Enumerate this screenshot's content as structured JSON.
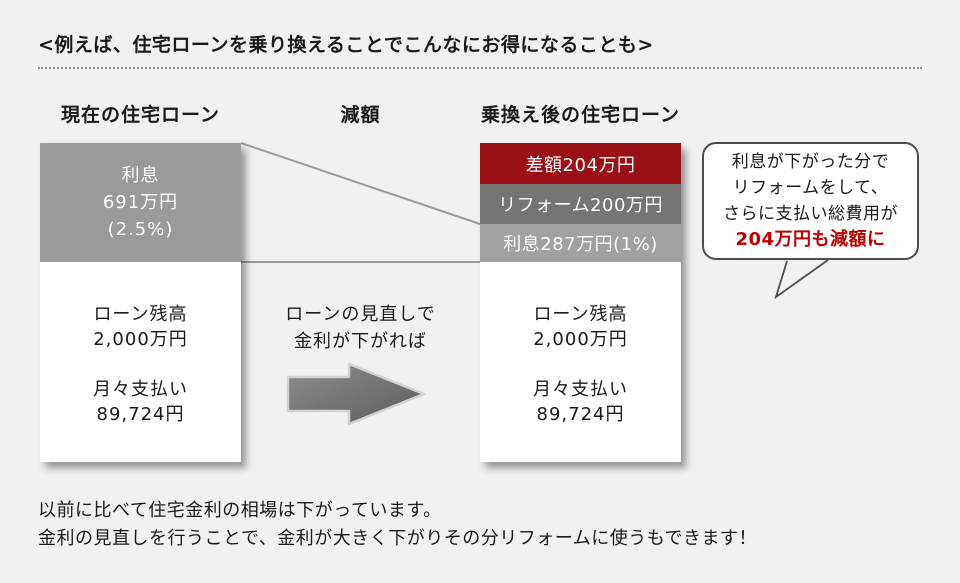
{
  "page": {
    "title": "<例えば、住宅ローンを乗り換えることでこんなにお得になることも>",
    "footer_lines": [
      "以前に比べて住宅金利の相場は下がっています。",
      "金利の見直しを行うことで、金利が大きく下がりその分リフォームに使うもできます！"
    ]
  },
  "columns": {
    "current_label": "現在の住宅ローン",
    "reduction_label": "減額",
    "after_label": "乗換え後の住宅ローン"
  },
  "current_loan": {
    "interest_lines": [
      "利息",
      "691万円",
      "(2.5%)"
    ],
    "balance_lines": [
      "ローン残高",
      "2,000万円"
    ],
    "monthly_lines": [
      "月々支払い",
      "89,724円"
    ]
  },
  "reduction": {
    "note_lines": [
      "ローンの見直しで",
      "金利が下がれば"
    ],
    "arrow_icon": "right-arrow"
  },
  "after_loan": {
    "difference_label": "差額204万円",
    "reform_label": "リフォーム200万円",
    "interest_label": "利息287万円(1%)",
    "balance_lines": [
      "ローン残高",
      "2,000万円"
    ],
    "monthly_lines": [
      "月々支払い",
      "89,724円"
    ]
  },
  "callout": {
    "lines": [
      "利息が下がった分で",
      "リフォームをして、",
      "さらに支払い総費用が"
    ],
    "highlight": "204万円も減額に"
  },
  "colors": {
    "background": "#f1f1f1",
    "accent_red": "#9a1015",
    "highlight_red": "#bf0000",
    "gray_dark": "#757575",
    "gray_mid": "#9a9a9a",
    "gray_light": "#a1a1a1",
    "connector_line": "#9a9a9a"
  }
}
